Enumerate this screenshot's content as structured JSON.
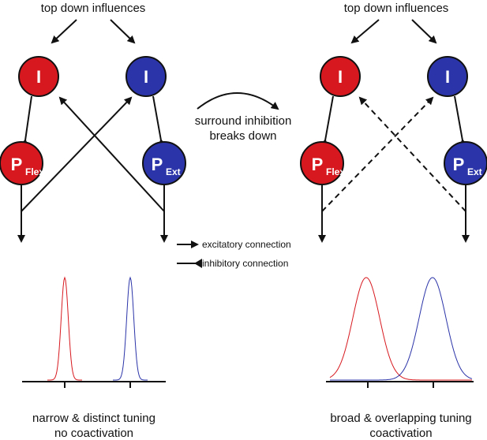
{
  "left_panel": {
    "top_label": "top down influences",
    "inhib_left": {
      "label": "I",
      "color": "#d7191f"
    },
    "inhib_right": {
      "label": "I",
      "color": "#2b34a8"
    },
    "proj_left": {
      "label": "P",
      "sub": "Flex",
      "color": "#d7191f"
    },
    "proj_right": {
      "label": "P",
      "sub": "Ext",
      "color": "#2b34a8"
    },
    "caption_line1": "narrow & distinct tuning",
    "caption_line2": "no coactivation"
  },
  "right_panel": {
    "top_label": "top down influences",
    "inhib_left": {
      "label": "I",
      "color": "#d7191f"
    },
    "inhib_right": {
      "label": "I",
      "color": "#2b34a8"
    },
    "proj_left": {
      "label": "P",
      "sub": "Flex",
      "color": "#d7191f"
    },
    "proj_right": {
      "label": "P",
      "sub": "Ext",
      "color": "#2b34a8"
    },
    "caption_line1": "broad & overlapping tuning",
    "caption_line2": "coactivation"
  },
  "transition": {
    "line1": "surround inhibition",
    "line2": "breaks down"
  },
  "legend": {
    "excitatory": "excitatory connection",
    "inhibitory": "inhibitory connection"
  },
  "curve_colors": {
    "flex": "#d7191f",
    "ext": "#2b34a8"
  }
}
